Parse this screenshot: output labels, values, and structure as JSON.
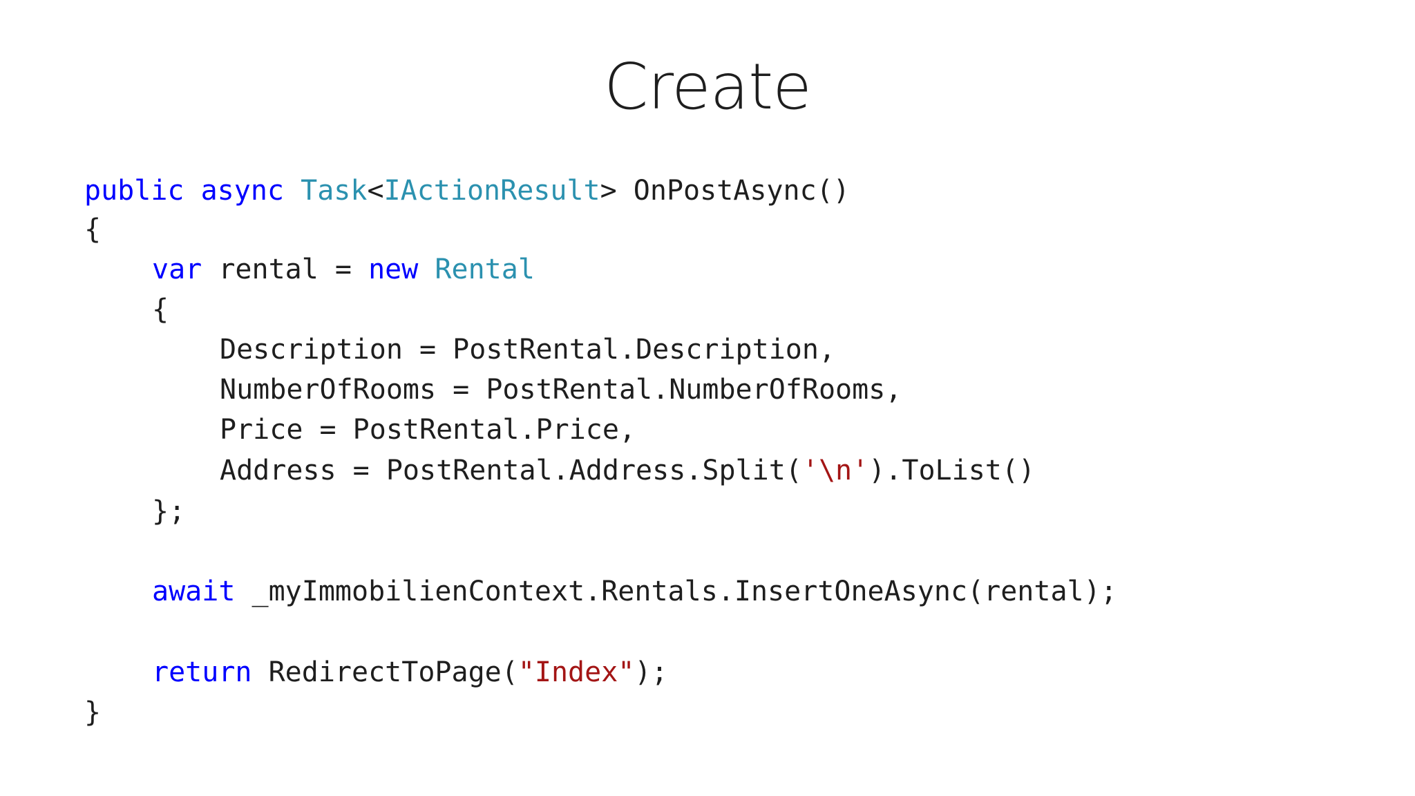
{
  "slide": {
    "title": "Create"
  },
  "code": {
    "line1": {
      "kw_public": "public",
      "kw_async": "async",
      "type_task": "Task",
      "lt": "<",
      "type_result": "IActionResult",
      "rest": "> OnPostAsync()"
    },
    "line2": {
      "text": "{"
    },
    "line3": {
      "kw_var": "var",
      "mid": " rental = ",
      "kw_new": "new",
      "type_rental": "Rental"
    },
    "line4": {
      "text": "{"
    },
    "line5": {
      "text": "Description = PostRental.Description,"
    },
    "line6": {
      "text": "NumberOfRooms = PostRental.NumberOfRooms,"
    },
    "line7": {
      "text": "Price = PostRental.Price,"
    },
    "line8": {
      "pre": "Address = PostRental.Address.Split(",
      "str": "'\\n'",
      "post": ").ToList()"
    },
    "line9": {
      "text": "};"
    },
    "line10": {
      "kw_await": "await",
      "rest": " _myImmobilienContext.Rentals.InsertOneAsync(rental);"
    },
    "line11": {
      "kw_return": "return",
      "pre": " RedirectToPage(",
      "str": "\"Index\"",
      "post": ");"
    },
    "line12": {
      "text": "}"
    }
  },
  "colors": {
    "keyword": "#0000ff",
    "type": "#2b91af",
    "string": "#a31515",
    "text": "#1e1e1e",
    "background": "#ffffff"
  }
}
